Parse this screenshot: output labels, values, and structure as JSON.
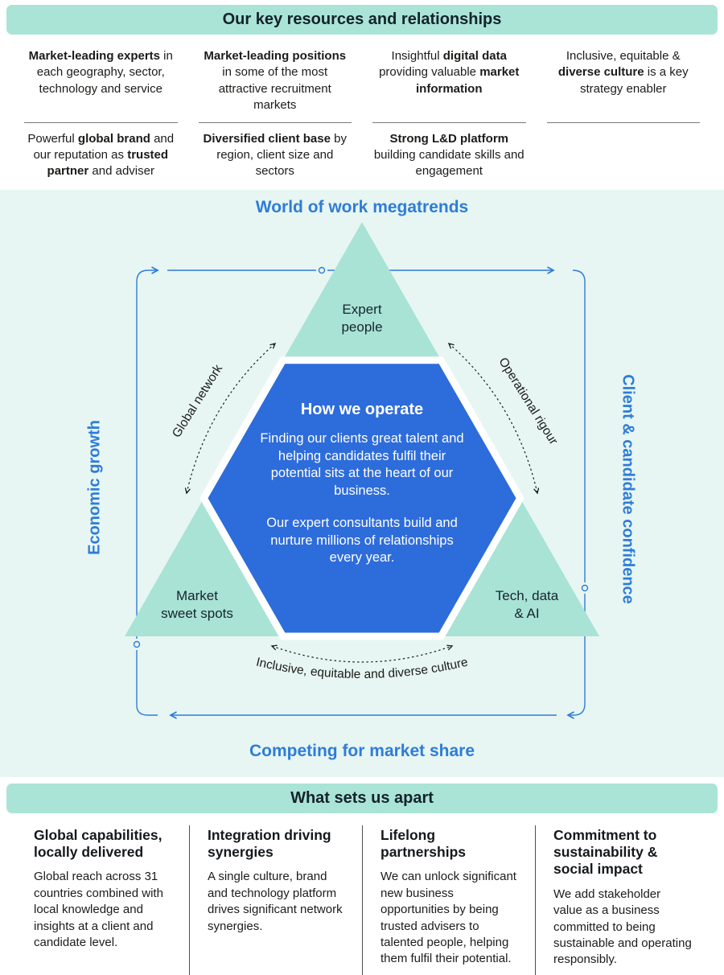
{
  "colors": {
    "banner_mint": "#aae4d7",
    "section_mint": "#e7f6f2",
    "hexagon_blue": "#2d6cdb",
    "accent_blue": "#2e7cd9",
    "triangle_mint": "#a8e3d6",
    "dark_text": "#1b1b19"
  },
  "top_banner": {
    "title": "Our key resources and relationships"
  },
  "resources": {
    "row1": [
      {
        "segments": [
          {
            "t": "Market-leading experts",
            "b": true
          },
          {
            "t": " in each geography, sector, technology and service",
            "b": false
          }
        ]
      },
      {
        "segments": [
          {
            "t": "Market-leading positions",
            "b": true
          },
          {
            "t": " in some of the most attractive recruitment markets",
            "b": false
          }
        ]
      },
      {
        "segments": [
          {
            "t": "Insightful ",
            "b": false
          },
          {
            "t": "digital data",
            "b": true
          },
          {
            "t": " providing valuable ",
            "b": false
          },
          {
            "t": "market information",
            "b": true
          }
        ]
      },
      {
        "segments": [
          {
            "t": "Inclusive, equitable & ",
            "b": false
          },
          {
            "t": "diverse culture",
            "b": true
          },
          {
            "t": " is a key strategy enabler",
            "b": false
          }
        ]
      }
    ],
    "row2": [
      {
        "segments": [
          {
            "t": "Powerful ",
            "b": false
          },
          {
            "t": "global brand",
            "b": true
          },
          {
            "t": " and our reputation as ",
            "b": false
          },
          {
            "t": "trusted partner",
            "b": true
          },
          {
            "t": " and adviser",
            "b": false
          }
        ]
      },
      {
        "segments": [
          {
            "t": "Diversified client base",
            "b": true
          },
          {
            "t": " by region, client size and sectors",
            "b": false
          }
        ]
      },
      {
        "segments": [
          {
            "t": "Strong L&D platform",
            "b": true
          },
          {
            "t": " building candidate skills and engagement",
            "b": false
          }
        ]
      }
    ]
  },
  "diagram": {
    "top_label": "World of work megatrends",
    "bottom_label": "Competing for market share",
    "left_label": "Economic growth",
    "right_label": "Client & candidate confidence",
    "triangle": {
      "top": "Expert people",
      "bottom_left": "Market sweet spots",
      "bottom_right": "Tech, data & AI"
    },
    "hexagon": {
      "title": "How we operate",
      "paragraph1": "Finding our clients great talent and helping candidates fulfil their potential sits at the heart of our business.",
      "paragraph2": "Our expert consultants build and nurture millions of relationships every year."
    },
    "arcs": {
      "left": "Global network",
      "right": "Operational rigour",
      "bottom": "Inclusive, equitable and diverse culture"
    }
  },
  "bottom_banner": {
    "title": "What sets us apart"
  },
  "apart": [
    {
      "heading": "Global capabilities, locally delivered",
      "body": "Global reach across 31 countries combined with local knowledge and insights at a client and candidate level."
    },
    {
      "heading": "Integration driving synergies",
      "body": "A single culture, brand and technology platform drives significant network synergies."
    },
    {
      "heading": "Lifelong partnerships",
      "body": "We can unlock significant new business opportunities by being trusted advisers to talented people, helping them fulfil their potential."
    },
    {
      "heading": "Commitment to sustainability & social impact",
      "body": "We add stakeholder value as a business committed to being sustainable and operating responsibly."
    }
  ]
}
